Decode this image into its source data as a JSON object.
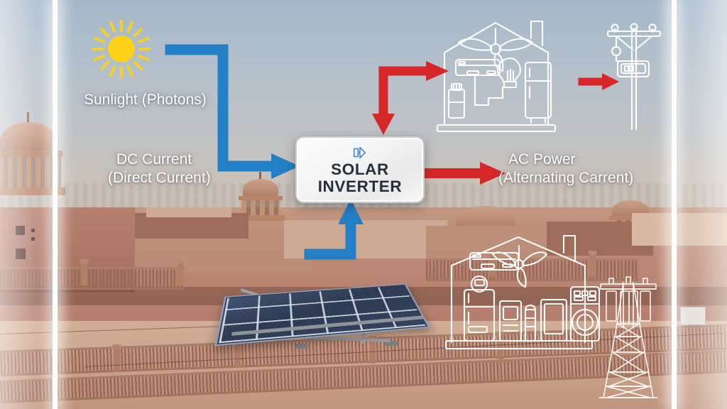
{
  "diagram": {
    "title_text": "Solar power flow diagram over a rooftop photovoltaic installation",
    "labels": {
      "sunlight": "Sunlight (Photons)",
      "dc_line1": "DC Current",
      "dc_line2": "(Direct Current)",
      "ac_line1": "AC Power",
      "ac_line2": "(Alternating Carrent)"
    },
    "inverter": {
      "line1": "SOLAR",
      "line2": "INVERTER",
      "icon": "power-transform-icon"
    },
    "colors": {
      "dc_arrow": "#2480c6",
      "ac_arrow": "#d62828",
      "sun": "#fcd116",
      "label_text": "#ffffff",
      "inverter_text": "#25303b",
      "frame_bar": "#ffffff"
    },
    "icons": {
      "sun": "sun-icon",
      "house_top": "house-appliances-icon",
      "utility_pole": "utility-pole-icon",
      "house_bottom": "house-appliances-icon",
      "transmission_tower": "transmission-tower-icon",
      "solar_array": "solar-panel-array"
    },
    "flow_steps": [
      {
        "from": "sun",
        "to": "solar-panel-array",
        "type": "sunlight",
        "color": "#2480c6"
      },
      {
        "from": "solar-panel-array",
        "to": "solar-inverter",
        "type": "DC Current",
        "color": "#2480c6"
      },
      {
        "from": "solar-inverter",
        "to": "house",
        "type": "AC Power",
        "color": "#d62828"
      },
      {
        "from": "house",
        "to": "utility-pole",
        "type": "AC Power",
        "color": "#d62828"
      }
    ],
    "appliances_top_house": [
      "ceiling-fan",
      "air-conditioner",
      "light-bulb",
      "refrigerator",
      "water-purifier"
    ],
    "appliances_bottom_house": [
      "air-conditioner",
      "ceiling-fan",
      "refrigerator",
      "washing-machine",
      "microwave",
      "water-heater",
      "television"
    ]
  }
}
